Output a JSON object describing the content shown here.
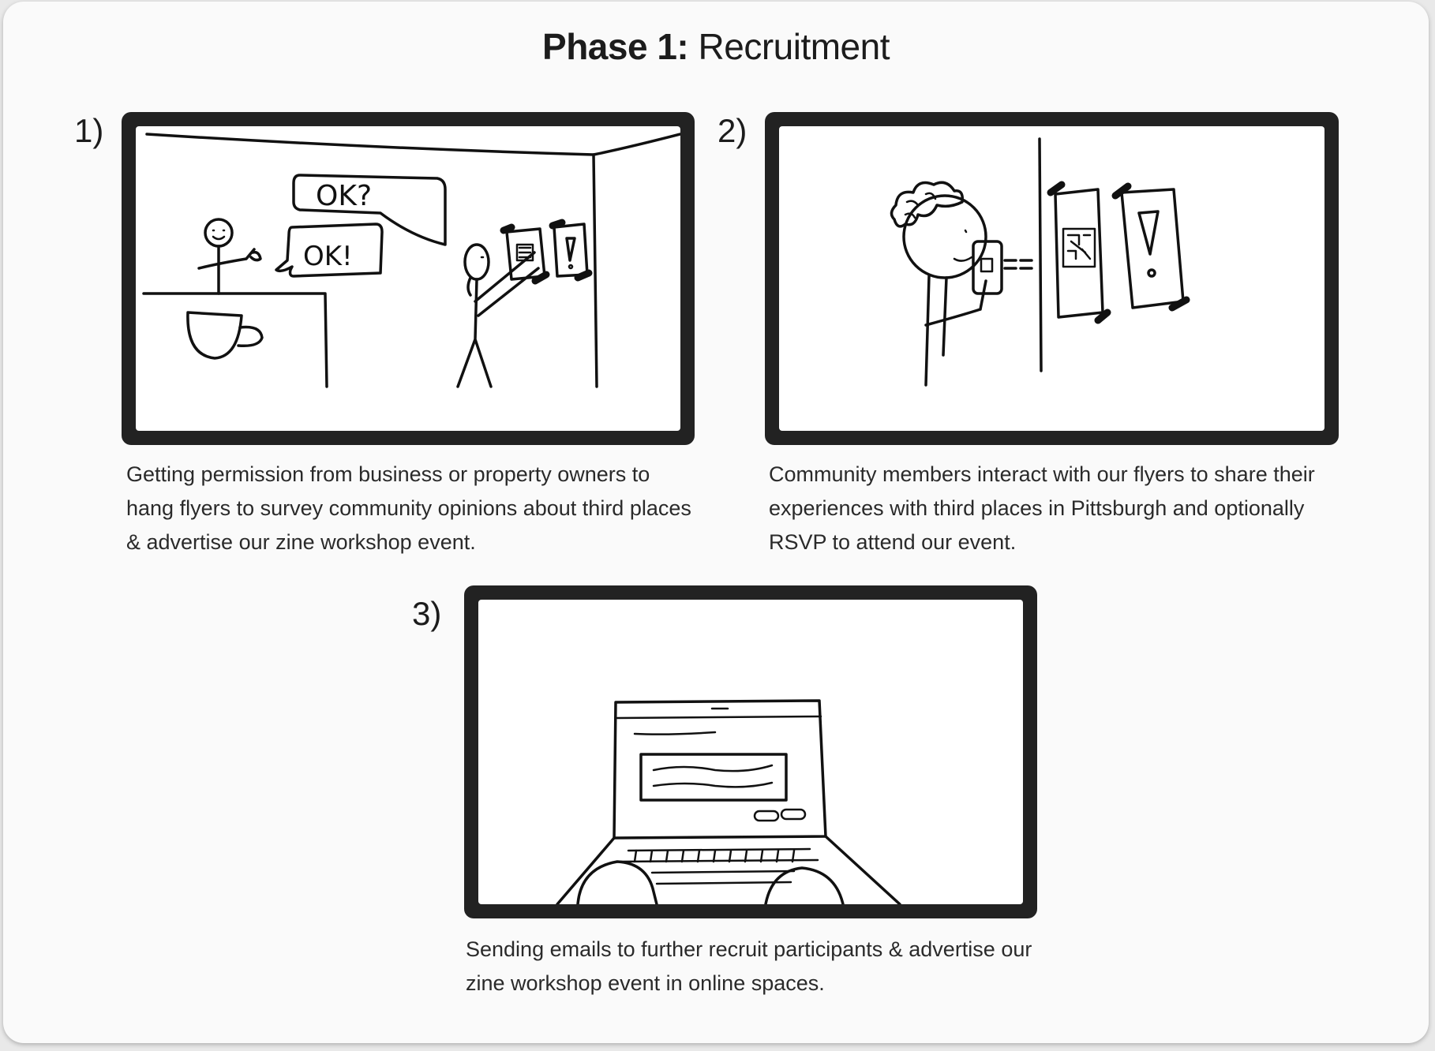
{
  "title": {
    "prefix": "Phase 1:",
    "main": "Recruitment"
  },
  "panels": [
    {
      "number": "1)",
      "speech_top": "OK?",
      "speech_bottom": "OK!",
      "caption": "Getting permission from business or property owners to hang flyers to survey community opinions about third places & advertise our zine workshop event."
    },
    {
      "number": "2)",
      "caption": "Community members interact with our flyers to share their experiences with third places in Pittsburgh and optionally RSVP to attend our event."
    },
    {
      "number": "3)",
      "caption": "Sending emails to further recruit participants & advertise our zine workshop event in online spaces."
    }
  ],
  "colors": {
    "frame": "#222222",
    "background": "#fafafa",
    "ink": "#111111"
  }
}
